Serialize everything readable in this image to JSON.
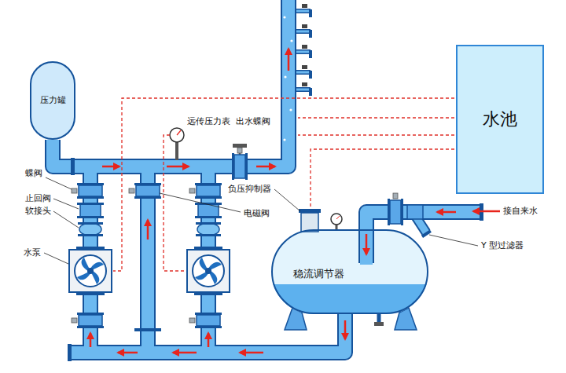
{
  "diagram": {
    "nodes": [
      {
        "text": [
          "压力罐"
        ]
      },
      {
        "text": [
          "水池"
        ]
      },
      {
        "text": [
          "稳流调节器"
        ]
      }
    ],
    "labels": [
      "蝶阀",
      "止回阀",
      "软接头",
      "水泵",
      "远传压力表",
      "出水蝶阀",
      "负压抑制器",
      "电磁阀",
      "接自来水",
      "Y 型过滤器"
    ]
  }
}
